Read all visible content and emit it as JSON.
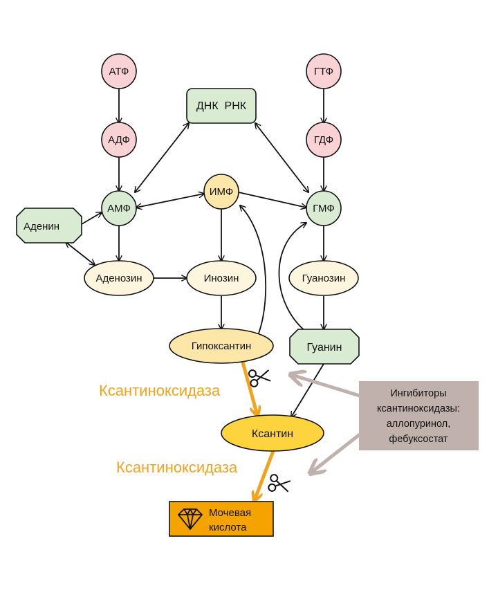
{
  "colors": {
    "phosphate_fill": "#f9d2d6",
    "green_fill": "#d9ebd3",
    "cream_fill": "#fdf5de",
    "light_yellow_fill": "#fde7a8",
    "yellow_fill": "#fdd33e",
    "orange": "#f5a21b",
    "uric_acid_fill": "#f5a300",
    "inhibitor_fill": "#c0b1ad",
    "inhibitor_arrow": "#c0b1ad"
  },
  "nodes": {
    "atf": "АТФ",
    "adf": "АДФ",
    "amf": "АМФ",
    "gtf": "ГТФ",
    "gdf": "ГДФ",
    "gmf": "ГМФ",
    "imf": "ИМФ",
    "dna_rna": "ДНК  РНК",
    "adenine": "Аденин",
    "adenosine": "Аденозин",
    "inosine": "Инозин",
    "guanosine": "Гуанозин",
    "hypoxanthine": "Гипоксантин",
    "guanine": "Гуанин",
    "xanthine": "Ксантин",
    "uric_acid": [
      "Мочевая",
      "кислота"
    ]
  },
  "enzymes": {
    "step1": "Ксантиноксидаза",
    "step2": "Ксантиноксидаза"
  },
  "inhibitors": {
    "lines": [
      "Ингибиторы",
      "ксантиноксидазы:",
      "аллопуринол,",
      "фебуксостат"
    ]
  },
  "icons": {
    "scissors": "scissors-icon",
    "diamond": "diamond-icon"
  }
}
